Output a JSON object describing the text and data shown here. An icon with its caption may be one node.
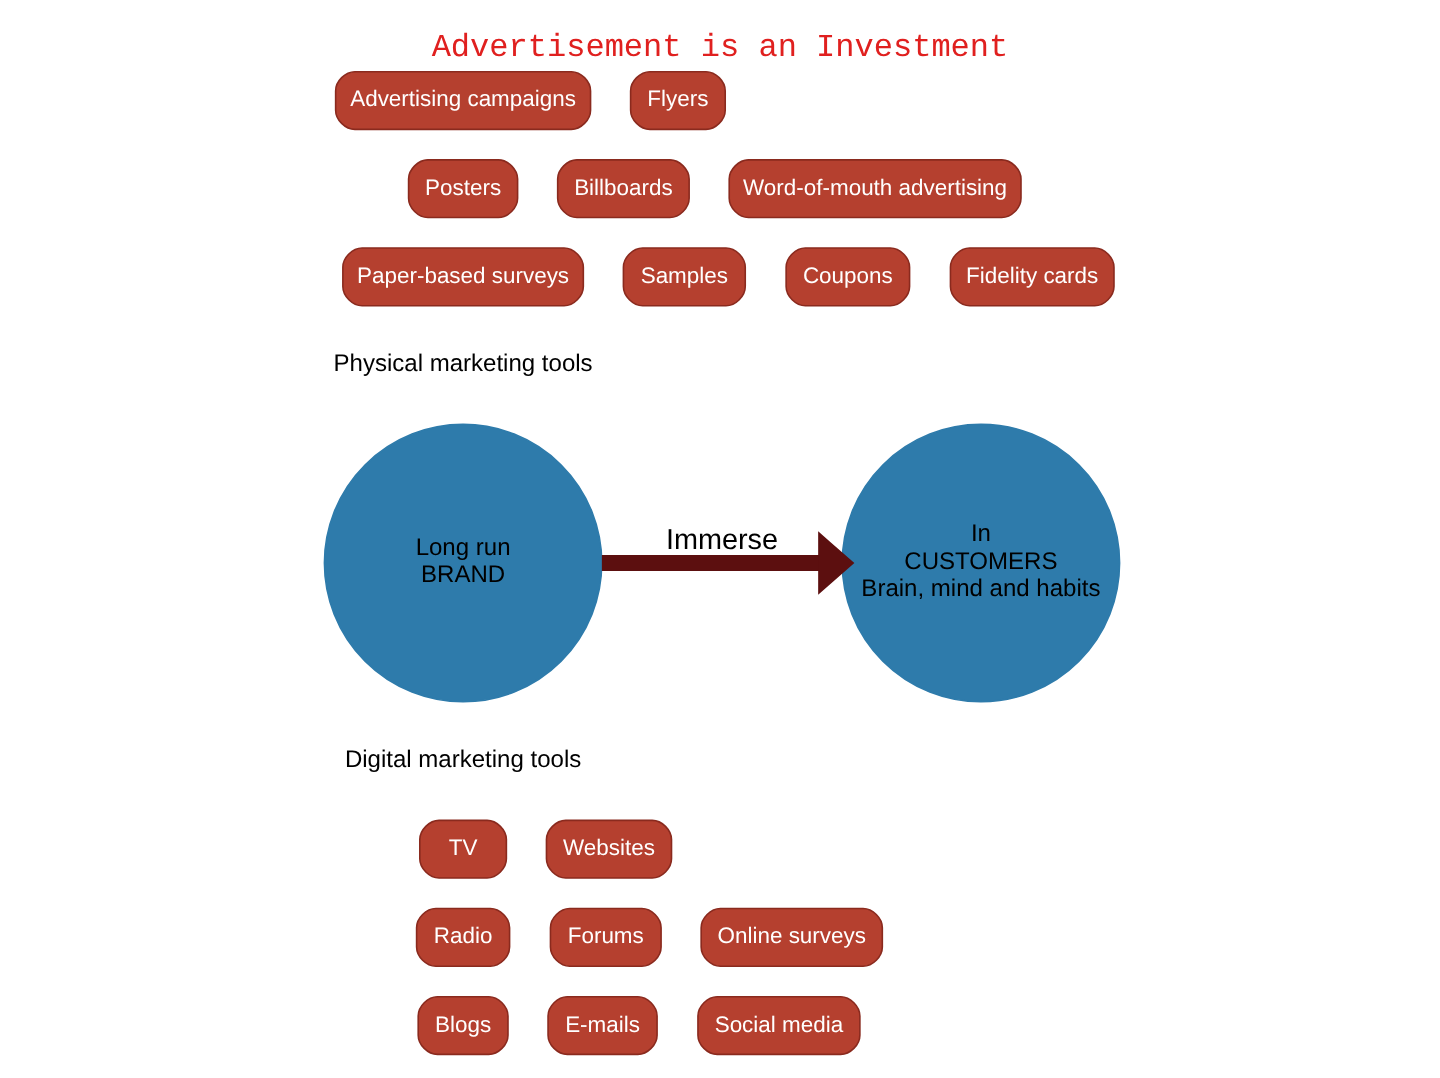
{
  "diagram": {
    "title": "Advertisement is an Investment",
    "nodes": [
      {
        "text": [
          "Advertising campaigns"
        ]
      },
      {
        "text": [
          "Flyers"
        ]
      },
      {
        "text": [
          "Posters"
        ]
      },
      {
        "text": [
          "Billboards"
        ]
      },
      {
        "text": [
          "Word-of-mouth advertising"
        ]
      },
      {
        "text": [
          "Samples"
        ]
      },
      {
        "text": [
          "Paper-based surveys"
        ]
      },
      {
        "text": [
          "Coupons"
        ]
      },
      {
        "text": [
          "Fidelity cards"
        ]
      },
      {
        "text": [
          "Long run",
          "BRAND"
        ]
      },
      {
        "text": [
          "In",
          "CUSTOMERS",
          "Brain, mind and habits"
        ]
      },
      {
        "text": [
          "TV"
        ]
      },
      {
        "text": [
          "Websites"
        ]
      },
      {
        "text": [
          "Radio"
        ]
      },
      {
        "text": [
          "Forums"
        ]
      },
      {
        "text": [
          "Online surveys"
        ]
      },
      {
        "text": [
          "Blogs"
        ]
      },
      {
        "text": [
          "E-mails"
        ]
      },
      {
        "text": [
          "Social media"
        ]
      }
    ],
    "edges": [
      {
        "from": 9,
        "to": 10,
        "arrow": "to",
        "label": "Immerse",
        "color": "#5c0f0f"
      }
    ],
    "labels": [
      "Physical marketing tools",
      "Digital marketing tools"
    ]
  }
}
